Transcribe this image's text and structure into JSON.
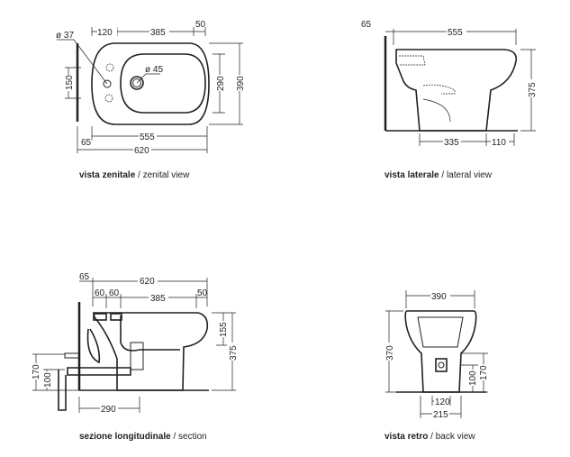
{
  "views": {
    "top": {
      "caption_bold": "vista zenitale",
      "caption_sep": " / ",
      "caption_normal": "zenital view",
      "dims": {
        "d37": "ø 37",
        "d45": "ø 45",
        "a120": "120",
        "a385": "385",
        "a50": "50",
        "a150": "150",
        "a290": "290",
        "a390": "390",
        "a555": "555",
        "a65": "65",
        "a620": "620"
      }
    },
    "lateral": {
      "caption_bold": "vista laterale",
      "caption_sep": " / ",
      "caption_normal": "lateral view",
      "dims": {
        "a65": "65",
        "a555": "555",
        "a375": "375",
        "a335": "335",
        "a110": "110"
      }
    },
    "section": {
      "caption_bold": "sezione longitudinale",
      "caption_sep": " / ",
      "caption_normal": "section",
      "dims": {
        "a65": "65",
        "a620": "620",
        "a60a": "60",
        "a60b": "60",
        "a385": "385",
        "a50": "50",
        "a155": "155",
        "a375": "375",
        "a170": "170",
        "a100": "100",
        "a290": "290"
      }
    },
    "back": {
      "caption_bold": "vista retro",
      "caption_sep": " / ",
      "caption_normal": "back view",
      "dims": {
        "a390": "390",
        "a370": "370",
        "a100": "100",
        "a170": "170",
        "a120": "120",
        "a215": "215"
      }
    }
  }
}
